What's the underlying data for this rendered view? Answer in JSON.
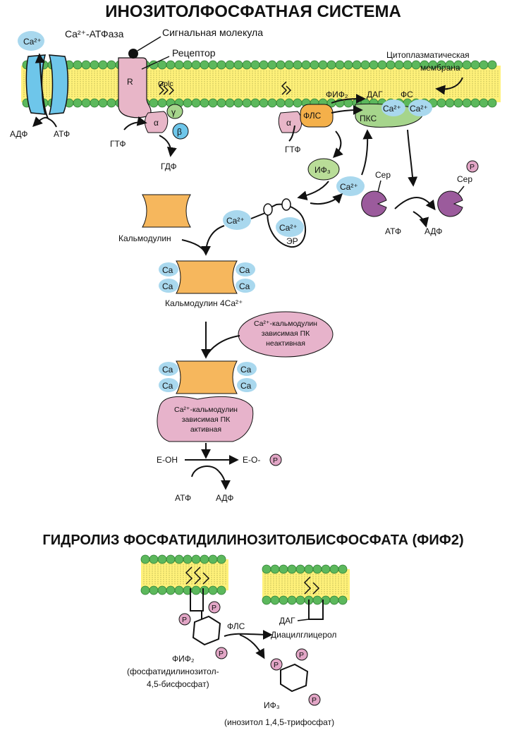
{
  "title": "ИНОЗИТОЛФОСФАТНАЯ СИСТЕМА",
  "labels": {
    "ca_atpase": "Ca²⁺-АТФаза",
    "signal_molecule": "Сигнальная молекула",
    "receptor": "Рецептор",
    "receptor_r": "R",
    "gplc": "Gplc",
    "membrane": "Цитоплазматическая",
    "membrane2": "мембрана",
    "adf": "АДФ",
    "atf": "АТФ",
    "gtf": "ГТФ",
    "gdf": "ГДФ",
    "alpha": "α",
    "beta": "β",
    "gamma": "γ",
    "fif2": "ФИФ₂",
    "dag": "ДАГ",
    "fs": "ФС",
    "fls": "ФЛС",
    "pks": "ПКС",
    "if3": "ИФ₃",
    "ser": "Сер",
    "p": "P",
    "calmodulin": "Кальмодулин",
    "er": "ЭР",
    "calmodulin_4ca": "Кальмодулин 4Ca²⁺",
    "ca_dep_inactive_1": "Ca²⁺-кальмодулин",
    "ca_dep_inactive_2": "зависимая ПК",
    "ca_dep_inactive_3": "неактивная",
    "ca_dep_active_1": "Ca²⁺-кальмодулин",
    "ca_dep_active_2": "зависимая ПК",
    "ca_dep_active_3": "активная",
    "e_oh": "E-OH",
    "e_o": "E-O-",
    "ca": "Ca",
    "ca2": "Ca²⁺"
  },
  "hydrolysis": {
    "title": "ГИДРОЛИЗ ФОСФАТИДИЛИНОЗИТОЛБИСФОСФАТА (ФИФ2)",
    "fls": "ФЛС",
    "dag": "ДАГ",
    "dag_full": "Диацилглицерол",
    "fif2": "ФИФ₂",
    "fif2_full_1": "(фосфатидилинозитол-",
    "fif2_full_2": "4,5-бисфосфат)",
    "if3": "ИФ₃",
    "if3_full": "(инозитол 1,4,5-трифосфат)"
  },
  "colors": {
    "lipid_head": "#5cb85c",
    "membrane_core": "#fff17a",
    "ca_blue": "#a9d8ee",
    "channel_blue": "#6ec6ea",
    "receptor_pink": "#e8b6c8",
    "pks_green": "#a6d58c",
    "fls_orange": "#f4b04a",
    "if3_green": "#b9dd98",
    "calmodulin_orange": "#f6b75d",
    "kinase_pink": "#e7b3cb",
    "ser_purple": "#9b5b9c",
    "p_pink": "#e2a6c6"
  }
}
